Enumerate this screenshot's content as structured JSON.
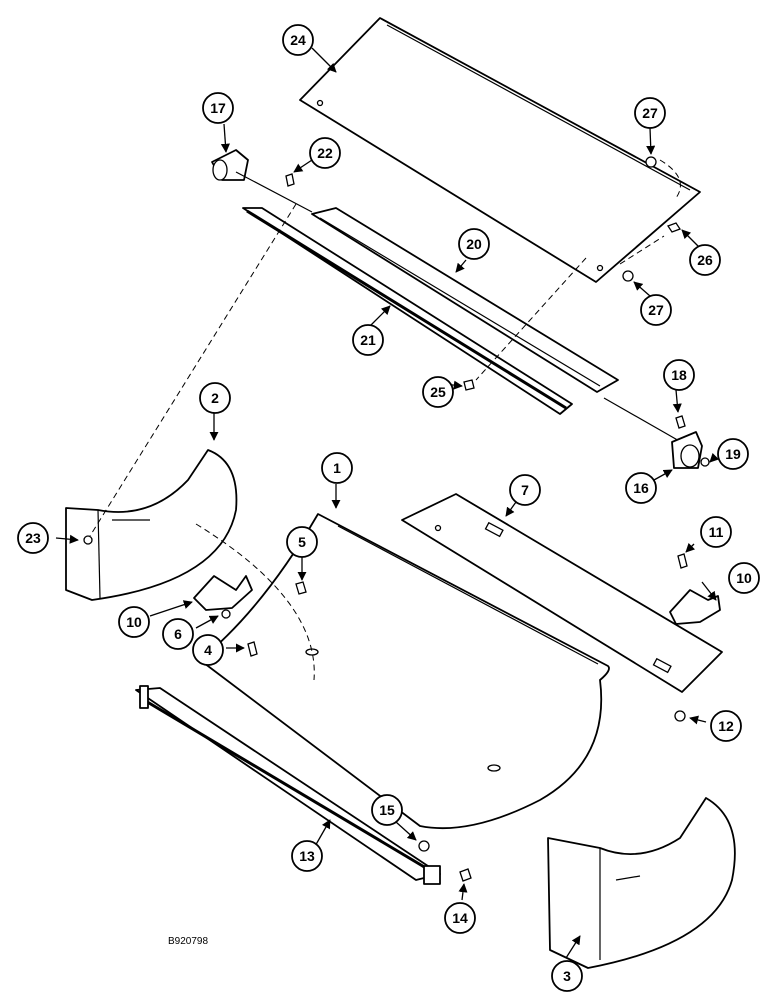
{
  "drawing_code": "B920798",
  "callouts": {
    "c24": "24",
    "c17": "17",
    "c22": "22",
    "c27a": "27",
    "c26": "26",
    "c20": "20",
    "c27b": "27",
    "c21": "21",
    "c18": "18",
    "c25": "25",
    "c19": "19",
    "c16": "16",
    "c2": "2",
    "c1": "1",
    "c7": "7",
    "c11": "11",
    "c23": "23",
    "c5": "5",
    "c10a": "10",
    "c10b": "10",
    "c6": "6",
    "c4": "4",
    "c12": "12",
    "c15": "15",
    "c13": "13",
    "c14": "14",
    "c3": "3"
  }
}
